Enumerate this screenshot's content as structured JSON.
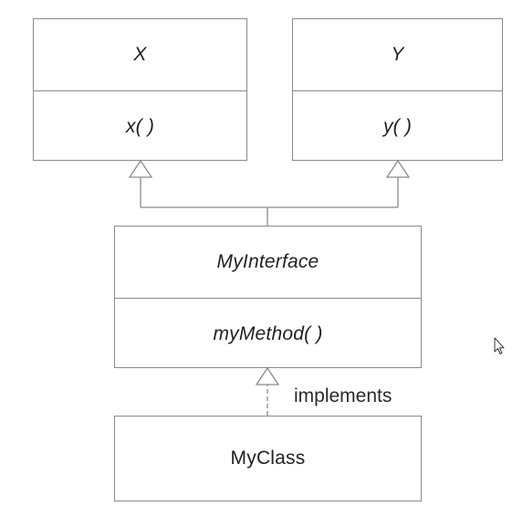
{
  "diagram": {
    "classes": [
      {
        "id": "X",
        "name": "X",
        "method": "x( )",
        "abstract": true
      },
      {
        "id": "Y",
        "name": "Y",
        "method": "y( )",
        "abstract": true
      },
      {
        "id": "MyInterface",
        "name": "MyInterface",
        "method": "myMethod( )",
        "abstract": true
      },
      {
        "id": "MyClass",
        "name": "MyClass",
        "abstract": false
      }
    ],
    "relations": [
      {
        "from": "MyInterface",
        "to": "X",
        "type": "generalization"
      },
      {
        "from": "MyInterface",
        "to": "Y",
        "type": "generalization"
      },
      {
        "from": "MyClass",
        "to": "MyInterface",
        "type": "realization",
        "label": "implements"
      }
    ]
  },
  "colors": {
    "box_border": "#8a8a8a",
    "text": "#222222"
  }
}
